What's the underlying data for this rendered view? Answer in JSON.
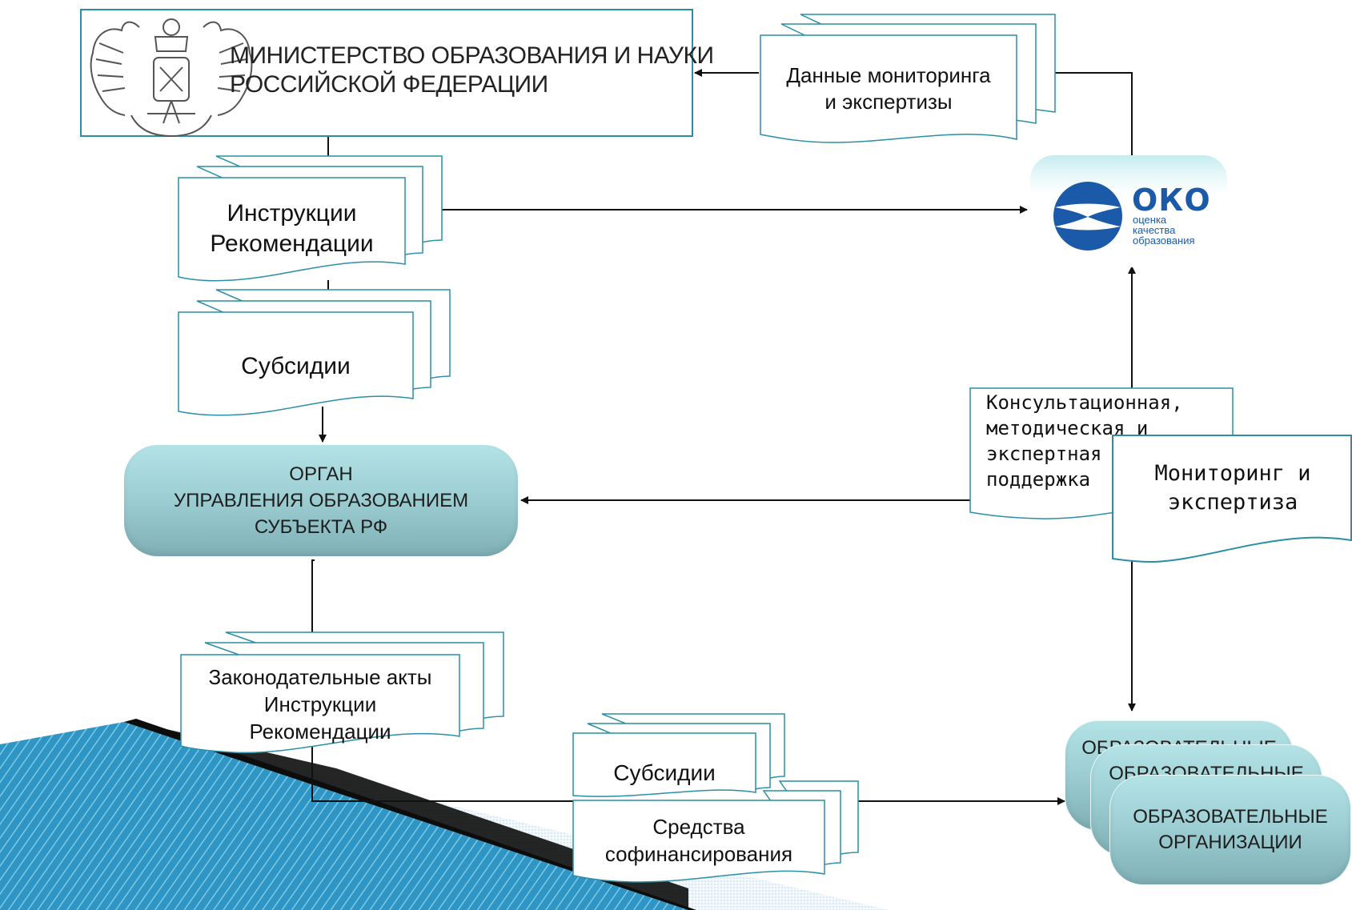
{
  "ministry": {
    "line1": "МИНИСТЕРСТВО ОБРАЗОВАНИЯ И НАУКИ",
    "line2": "РОССИЙСКОЙ ФЕДЕРАЦИИ",
    "emblem_icon": "russian-coat-of-arms-icon"
  },
  "monitoring_data_doc": {
    "line1": "Данные мониторинга",
    "line2": "и экспертизы"
  },
  "instructions_doc": {
    "line1": "Инструкции",
    "line2": "Рекомендации"
  },
  "subsidies_top_doc": {
    "label": "Субсидии"
  },
  "oko": {
    "brand": "ОКО",
    "sub1": "оценка",
    "sub2": "качества",
    "sub3": "образования",
    "logo_icon": "oko-logo-icon",
    "color": "#1a5aa8"
  },
  "organ": {
    "line1": "ОРГАН",
    "line2": "УПРАВЛЕНИЯ ОБРАЗОВАНИЕМ",
    "line3": "СУБЪЕКТА  РФ"
  },
  "consult_doc": {
    "line1": "Консультационная,",
    "line2": "методическая и",
    "line3": "экспертная",
    "line4": "поддержка"
  },
  "monitoring_doc": {
    "line1": "Мониторинг и",
    "line2": "экспертиза"
  },
  "laws_doc": {
    "line1": "Законодательные акты",
    "line2": "Инструкции",
    "line3": "Рекомендации"
  },
  "subsidies_bottom_doc": {
    "label": "Субсидии"
  },
  "cofinancing_doc": {
    "line1": "Средства",
    "line2": "софинансирования"
  },
  "edu_orgs": {
    "back_label": "ОБРАЗОВАТЕЛЬНЫЕ",
    "line1": "ОБРАЗОВАТЕЛЬНЫЕ",
    "line2": "ОРГАНИЗАЦИИ"
  },
  "colors": {
    "line": "#111111",
    "box_border": "#2a8fa6",
    "teal_box": "#9dcfd4",
    "decor_dark": "#0d0d0d",
    "decor_teal": "#3aa5c6"
  }
}
